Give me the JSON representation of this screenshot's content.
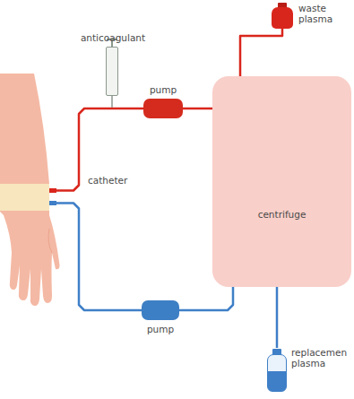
{
  "diagram": {
    "nodes": [
      {
        "text": [
          "anticoagulant"
        ]
      },
      {
        "text": [
          "waste plasma"
        ]
      },
      {
        "text": [
          "pump"
        ]
      },
      {
        "text": [
          "catheter"
        ]
      },
      {
        "text": [
          "centrifuge"
        ]
      },
      {
        "text": [
          "pump"
        ]
      },
      {
        "text": [
          "replacemen plasma"
        ]
      }
    ],
    "edges": [
      {
        "from": 3,
        "to": 2,
        "arrow": "none"
      },
      {
        "from": 0,
        "to": 2,
        "arrow": "none"
      },
      {
        "from": 2,
        "to": 4,
        "arrow": "none"
      },
      {
        "from": 4,
        "to": 1,
        "arrow": "none"
      },
      {
        "from": 4,
        "to": 5,
        "arrow": "none"
      },
      {
        "from": 6,
        "to": 4,
        "arrow": "none"
      },
      {
        "from": 5,
        "to": 3,
        "arrow": "none"
      }
    ]
  }
}
